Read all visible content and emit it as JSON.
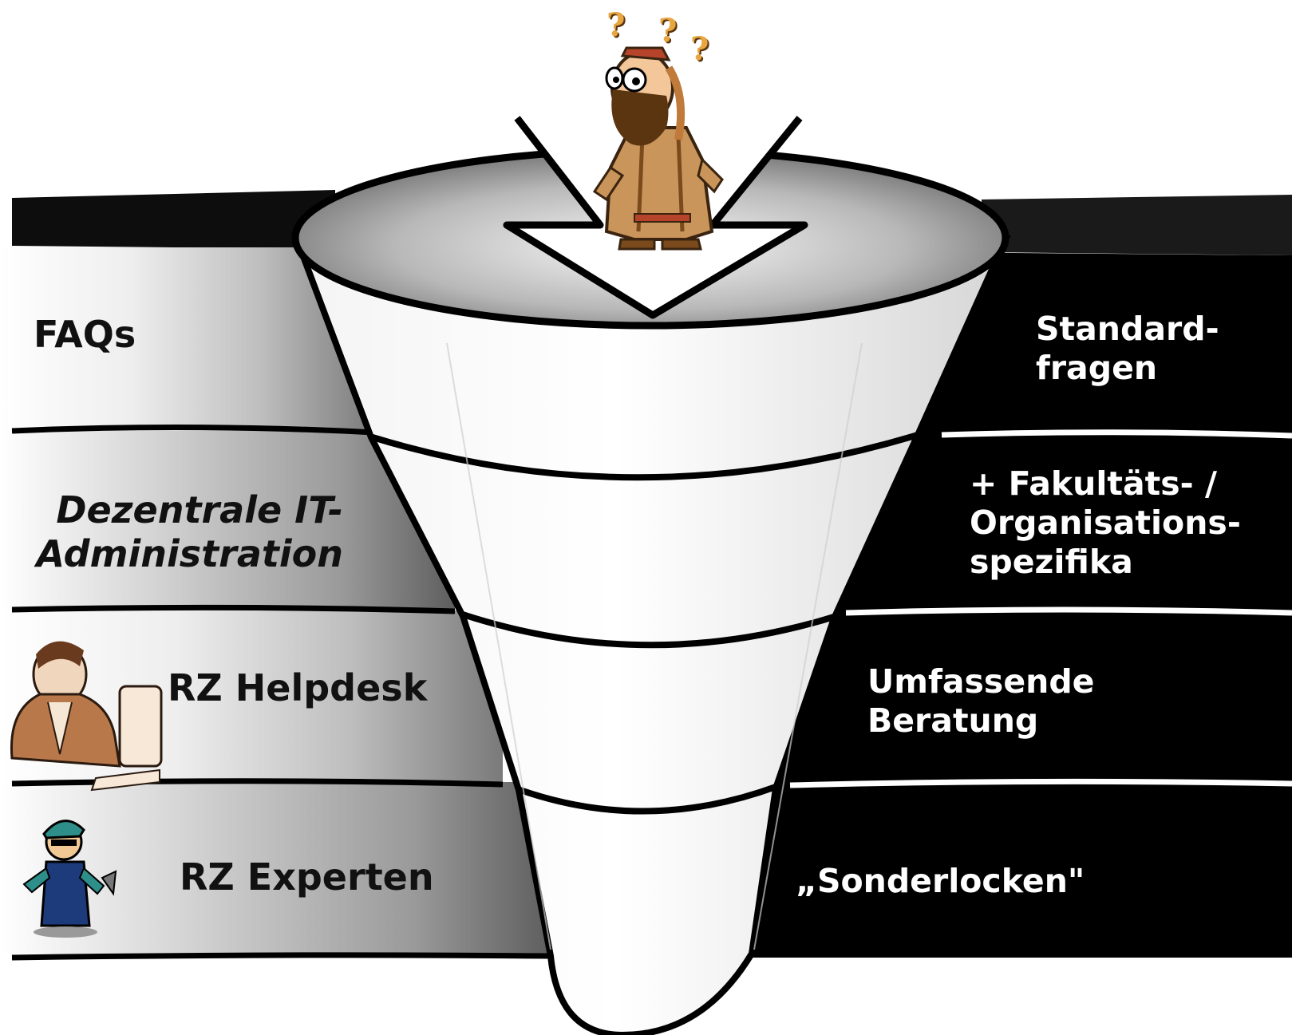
{
  "diagram": {
    "type": "support-funnel",
    "levels": [
      {
        "left_label": "FAQs",
        "right_label": "Standard-\nfragen"
      },
      {
        "left_label": "Dezentrale IT-\nAdministration",
        "right_label": "+ Fakultäts- /\nOrganisations-\nspezifika"
      },
      {
        "left_label": "RZ Helpdesk",
        "right_label": "Umfassende\nBeratung"
      },
      {
        "left_label": "RZ Experten",
        "right_label": "„Sonderlocken\""
      }
    ],
    "illustrations": [
      "confused-person-icon",
      "helpdesk-worker-icon",
      "mechanic-expert-icon",
      "down-arrow-icon",
      "question-marks"
    ],
    "question_marks": [
      "?",
      "?",
      "?"
    ],
    "colors": {
      "left_text": "#111111",
      "right_text": "#ffffff",
      "right_band": "#000000",
      "funnel_fill": "#ffffff",
      "funnel_outline": "#000000",
      "accent_orange": "#e8a640"
    }
  }
}
